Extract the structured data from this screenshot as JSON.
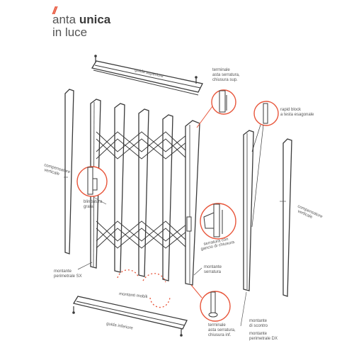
{
  "header": {
    "marks": "//",
    "title_word1": "anta",
    "title_word2": "unica",
    "title_line2": "in luce"
  },
  "colors": {
    "accent": "#e8553a",
    "frame": "#3a3a3a",
    "text": "#555555"
  },
  "labels": {
    "guida_superiore": "guida superiore",
    "terminale_sup_1": "terminale",
    "terminale_sup_2": "asta serratura,",
    "terminale_sup_3": "chiusura sup.",
    "rapid_block_1": "rapid block",
    "rapid_block_2": "a testa esagonale",
    "compensatore_sx_1": "compensatore",
    "compensatore_sx_2": "verticale",
    "blindatura_1": "blindatura",
    "blindatura_2": "grata",
    "compensatore_dx_1": "compensatore",
    "compensatore_dx_2": "verticale",
    "serratura_1": "serratura con",
    "serratura_2": "gancio di chiusura",
    "montante_sx_1": "montante",
    "montante_sx_2": "perimetrale SX",
    "montante_serratura_1": "montante",
    "montante_serratura_2": "serratura",
    "montanti_mobili": "montanti mobili",
    "guida_inferiore": "guida inferiore",
    "terminale_inf_1": "terminale",
    "terminale_inf_2": "asta serratura,",
    "terminale_inf_3": "chiusura inf.",
    "montante_scontro_1": "montante",
    "montante_scontro_2": "di scontro",
    "montante_dx_1": "montante",
    "montante_dx_2": "perimetrale DX"
  }
}
